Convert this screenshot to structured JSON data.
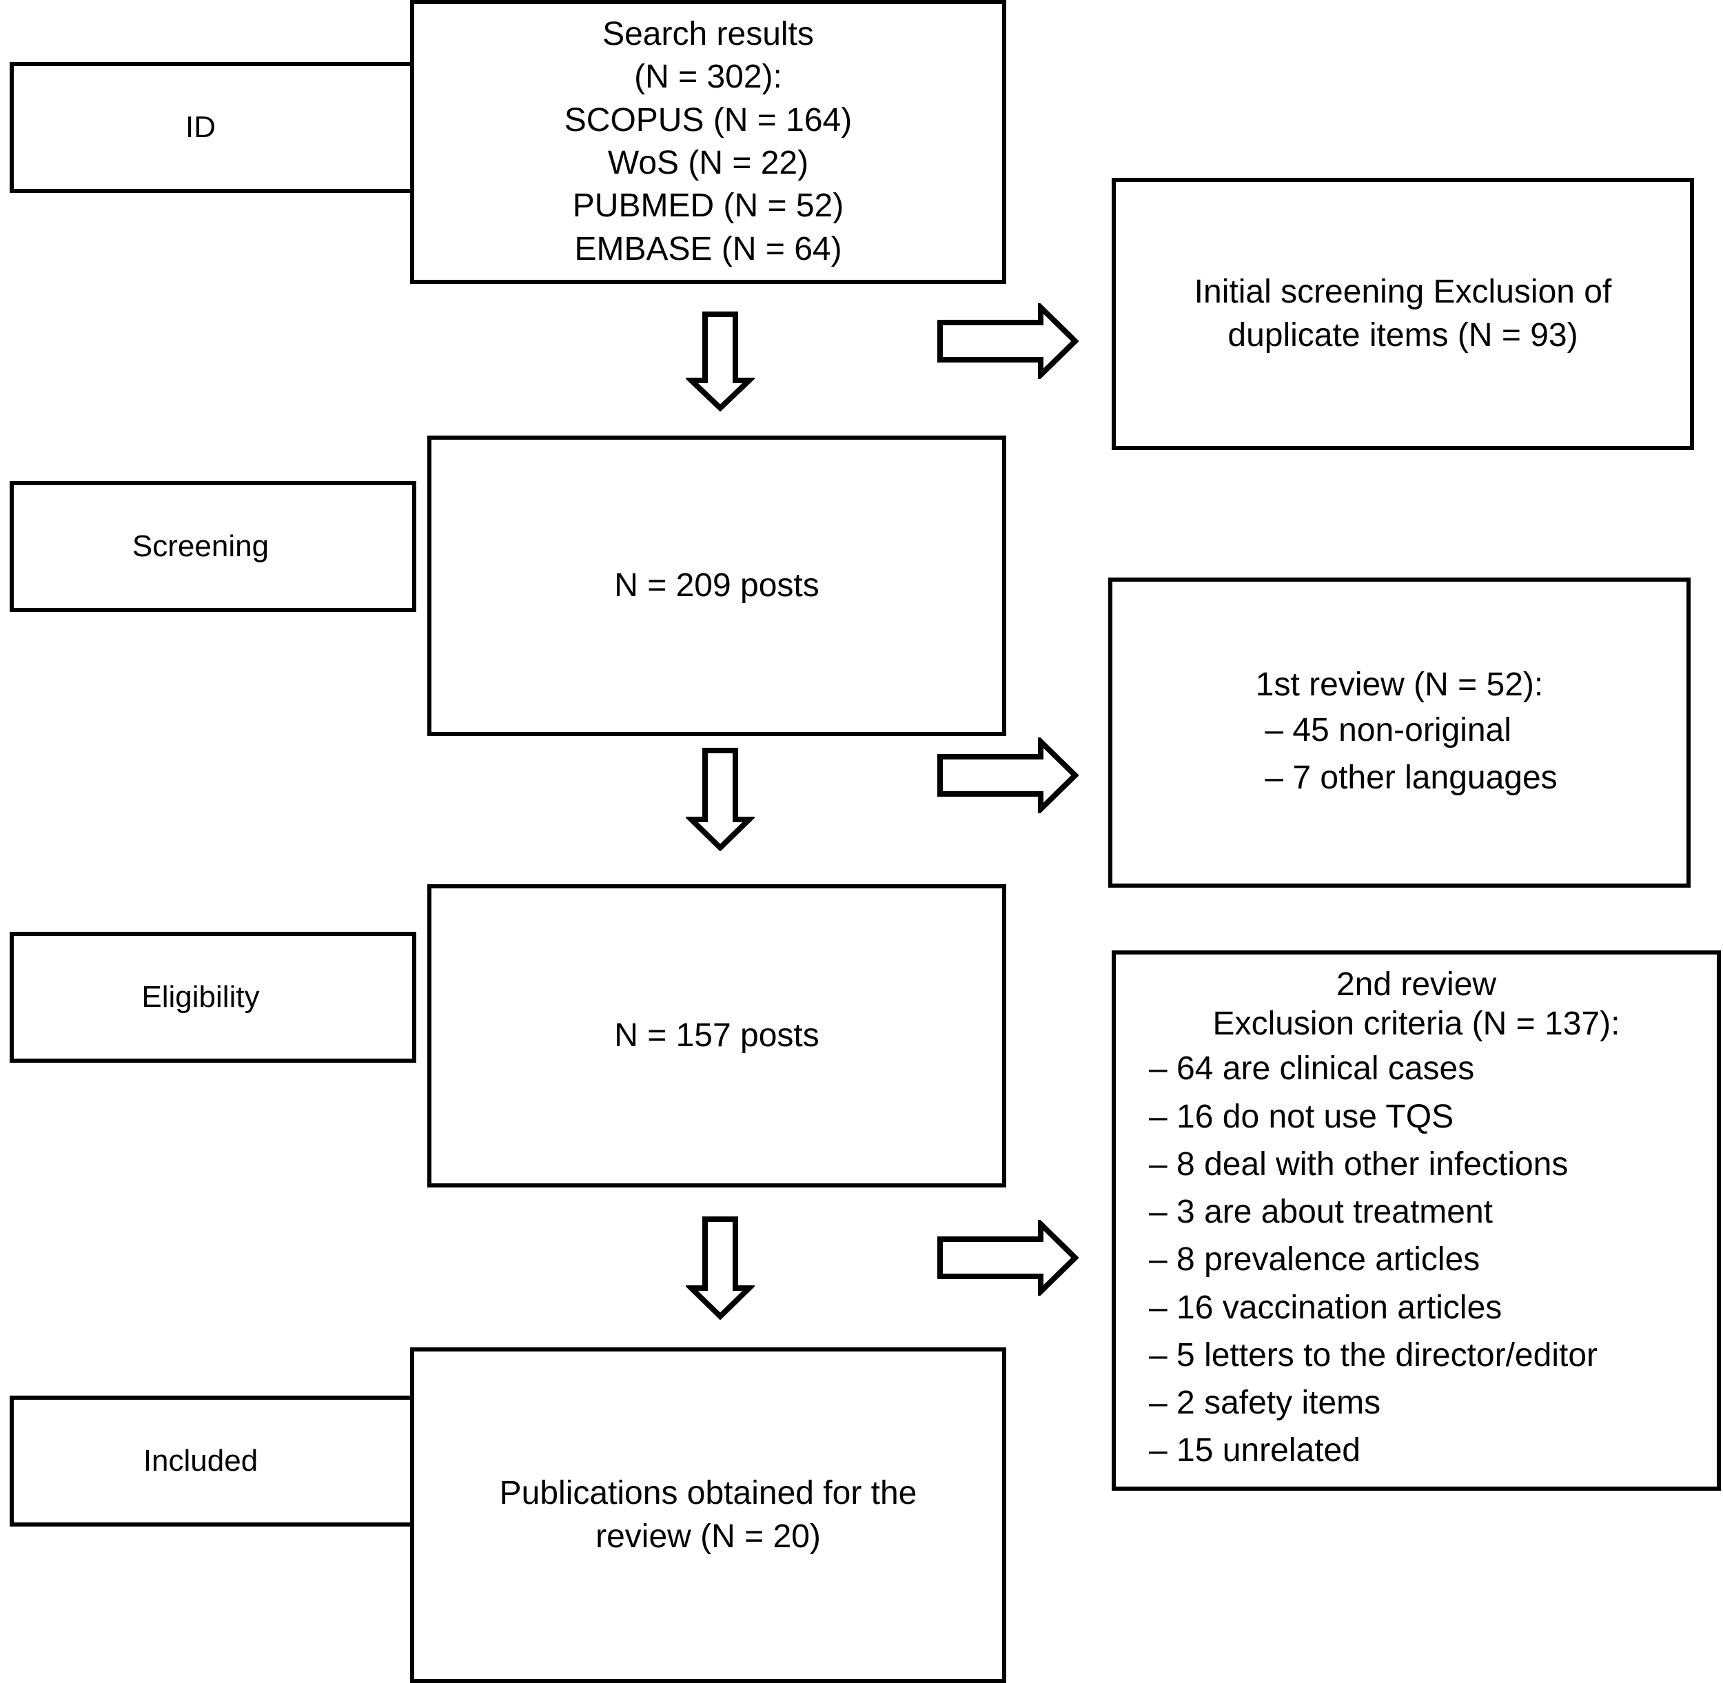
{
  "diagram": {
    "type": "prisma-flow-diagram",
    "title": "",
    "colors": {
      "stroke": "#000000",
      "fill": "#ffffff",
      "text": "#000000"
    }
  },
  "stages": [
    {
      "id": "identification",
      "label": "ID"
    },
    {
      "id": "screening",
      "label": "Screening"
    },
    {
      "id": "eligibility",
      "label": "Eligibility"
    },
    {
      "id": "included",
      "label": "Included"
    }
  ],
  "main_boxes": [
    {
      "id": "search-results",
      "text": "Search results\n(N = 302):\nSCOPUS (N = 164)\nWoS (N = 22)\nPUBMED (N = 52)\nEMBASE (N = 64)",
      "total": 302,
      "sources": [
        {
          "name": "SCOPUS",
          "n": 164
        },
        {
          "name": "WoS",
          "n": 22
        },
        {
          "name": "PUBMED",
          "n": 52
        },
        {
          "name": "EMBASE",
          "n": 64
        }
      ]
    },
    {
      "id": "screening-count",
      "text": "N = 209 posts",
      "n": 209
    },
    {
      "id": "eligibility-count",
      "text": "N = 157 posts",
      "n": 157
    },
    {
      "id": "included-count",
      "text": "Publications obtained for the\nreview (N = 20)",
      "n": 20
    }
  ],
  "exclusion_boxes": [
    {
      "id": "initial-screening",
      "text": "Initial screening Exclusion of\nduplicate items (N = 93)",
      "n": 93
    },
    {
      "id": "first-review",
      "heading": "1st review (N = 52):",
      "n": 52,
      "items": [
        "– 45 non-original",
        "– 7 other languages"
      ]
    },
    {
      "id": "second-review",
      "heading": "2nd review\nExclusion criteria (N = 137):",
      "n": 137,
      "items": [
        "–  64 are clinical cases",
        "–  16 do not use TQS",
        "– 8 deal with other infections",
        "–  3 are about treatment",
        "–  8 prevalence articles",
        "– 16 vaccination articles",
        "– 5 letters to the director/editor",
        "–  2 safety items",
        "–  15 unrelated"
      ]
    }
  ],
  "arrows": [
    {
      "id": "down-arrow-1",
      "direction": "down",
      "from": "search-results",
      "to": "screening-count"
    },
    {
      "id": "right-arrow-1",
      "direction": "right",
      "from": "search-results",
      "to": "initial-screening"
    },
    {
      "id": "down-arrow-2",
      "direction": "down",
      "from": "screening-count",
      "to": "eligibility-count"
    },
    {
      "id": "right-arrow-2",
      "direction": "right",
      "from": "screening-count",
      "to": "first-review"
    },
    {
      "id": "down-arrow-3",
      "direction": "down",
      "from": "eligibility-count",
      "to": "included-count"
    },
    {
      "id": "right-arrow-3",
      "direction": "right",
      "from": "eligibility-count",
      "to": "second-review"
    }
  ]
}
